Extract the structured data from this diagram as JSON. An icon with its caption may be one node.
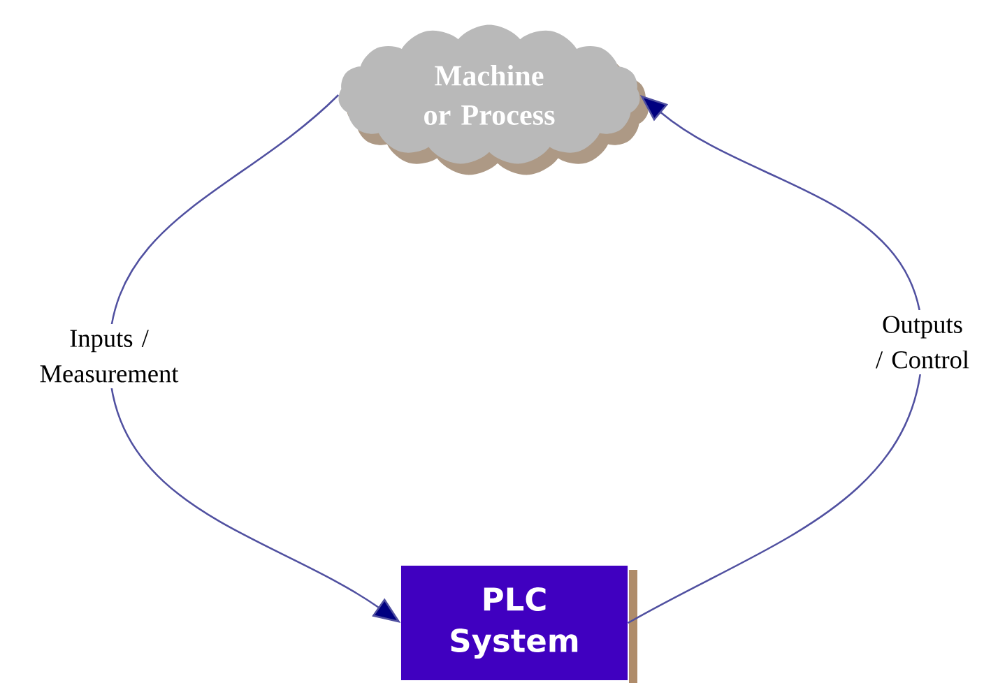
{
  "diagram": {
    "nodes": [
      {
        "text": [
          "Machine or Process"
        ]
      },
      {
        "text": [
          "PLC System"
        ]
      }
    ],
    "edges": [
      {
        "from": 0,
        "to": 1,
        "arrow": "to",
        "label": "Inputs / Measurement"
      },
      {
        "from": 1,
        "to": 0,
        "arrow": "to",
        "label": "Outputs / Control"
      }
    ]
  }
}
